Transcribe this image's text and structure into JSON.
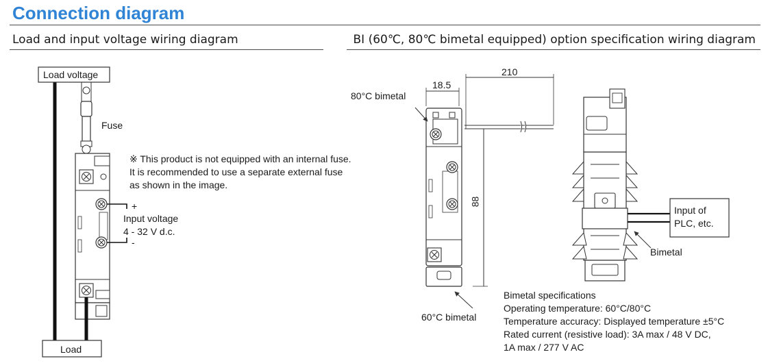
{
  "page": {
    "title": "Connection diagram",
    "left_subtitle": "Load and input voltage wiring diagram",
    "right_subtitle": "BI (60℃, 80℃ bimetal equipped) option specification wiring diagram"
  },
  "left_diagram": {
    "load_voltage_label": "Load voltage",
    "load_label": "Load",
    "fuse_label": "Fuse",
    "note_lines": [
      "※ This product is not equipped with an internal fuse.",
      "It is recommended to use a separate external fuse",
      "as shown in the image."
    ],
    "plus_label": "+",
    "minus_label": "-",
    "input_voltage_label": "Input voltage",
    "input_voltage_value": "4 - 32 V d.c."
  },
  "right_diagram": {
    "dim_width": "18.5",
    "dim_cable": "210",
    "dim_height": "88",
    "bimetal_80_label": "80°C bimetal",
    "bimetal_60_label": "60°C bimetal",
    "plc_label_line1": "Input of",
    "plc_label_line2": "PLC, etc.",
    "bimetal_label": "Bimetal",
    "specs": {
      "heading": "Bimetal specifications",
      "lines": [
        "Operating temperature: 60°C/80°C",
        "Temperature accuracy: Displayed temperature ±5°C",
        "Rated current (resistive load): 3A max / 48 V DC,",
        "1A max / 277 V AC"
      ]
    }
  },
  "colors": {
    "title": "#2f84d6",
    "wire": "#111111",
    "line": "#333333"
  }
}
